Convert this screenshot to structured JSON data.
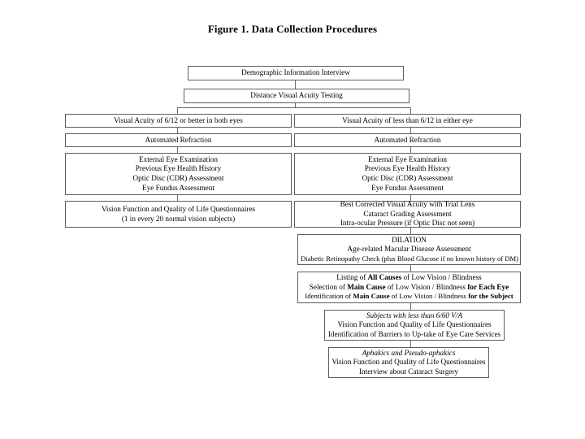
{
  "figure": {
    "title": "Figure 1. Data Collection Procedures"
  },
  "nodes": {
    "demographic": {
      "lines": [
        "Demographic Information Interview"
      ]
    },
    "distance_va": {
      "lines": [
        "Distance Visual Acuity Testing"
      ]
    },
    "left_branch": {
      "lines": [
        "Visual Acuity of 6/12 or better in both eyes"
      ]
    },
    "right_branch": {
      "lines": [
        "Visual Acuity of less than 6/12 in either eye"
      ]
    },
    "left_refraction": {
      "lines": [
        "Automated Refraction"
      ]
    },
    "right_refraction": {
      "lines": [
        "Automated Refraction"
      ]
    },
    "left_exam": {
      "lines": [
        "External Eye Examination",
        "Previous Eye Health History",
        "Optic Disc (CDR) Assessment",
        "Eye Fundus Assessment"
      ]
    },
    "right_exam": {
      "lines": [
        "External Eye Examination",
        "Previous Eye Health History",
        "Optic Disc (CDR) Assessment",
        "Eye Fundus Assessment"
      ]
    },
    "left_questionnaire": {
      "lines": [
        "Vision Function and Quality of Life Questionnaires",
        "(1 in every 20 normal vision subjects)"
      ]
    },
    "right_bcva": {
      "lines": [
        "Best Corrected Visual Acuity with Trial Lens",
        "Cataract Grading Assessment",
        "Intra-ocular Pressure (if Optic Disc not seen)"
      ]
    },
    "dilation": {
      "lines": [
        "DILATION",
        "Age-related Macular Disease Assessment",
        "Diabetic Retinopathy Check (plus Blood Glucose if no known history of DM)"
      ]
    },
    "causes": {
      "line1": [
        {
          "text": "Listing of ",
          "style": "normal"
        },
        {
          "text": "All Causes",
          "style": "bold"
        },
        {
          "text": " of Low Vision / Blindness",
          "style": "normal"
        }
      ],
      "line2": [
        {
          "text": "Selection of ",
          "style": "normal"
        },
        {
          "text": "Main Cause",
          "style": "bold"
        },
        {
          "text": " of Low Vision / Blindness ",
          "style": "normal"
        },
        {
          "text": "for Each Eye",
          "style": "bold"
        }
      ],
      "line3": [
        {
          "text": "Identification of ",
          "style": "normal"
        },
        {
          "text": "Main Cause",
          "style": "bold"
        },
        {
          "text": " of Low Vision / Blindness ",
          "style": "normal"
        },
        {
          "text": "for the Subject",
          "style": "bold"
        }
      ]
    },
    "low_vision_subjects": {
      "heading": "Subjects with less than 6/60 V/A",
      "lines": [
        "Vision Function and Quality of Life Questionnaires",
        "Identification of Barriers to Up-take of Eye Care Services"
      ]
    },
    "aphakics": {
      "heading": "Aphakics and Pseudo-aphakics",
      "lines": [
        "Vision Function and Quality of Life Questionnaires",
        "Interview about Cataract Surgery"
      ]
    }
  },
  "colors": {
    "border": "#5d5d5d",
    "connector": "#6a6a6a",
    "text": "#000000",
    "background": "#ffffff"
  }
}
